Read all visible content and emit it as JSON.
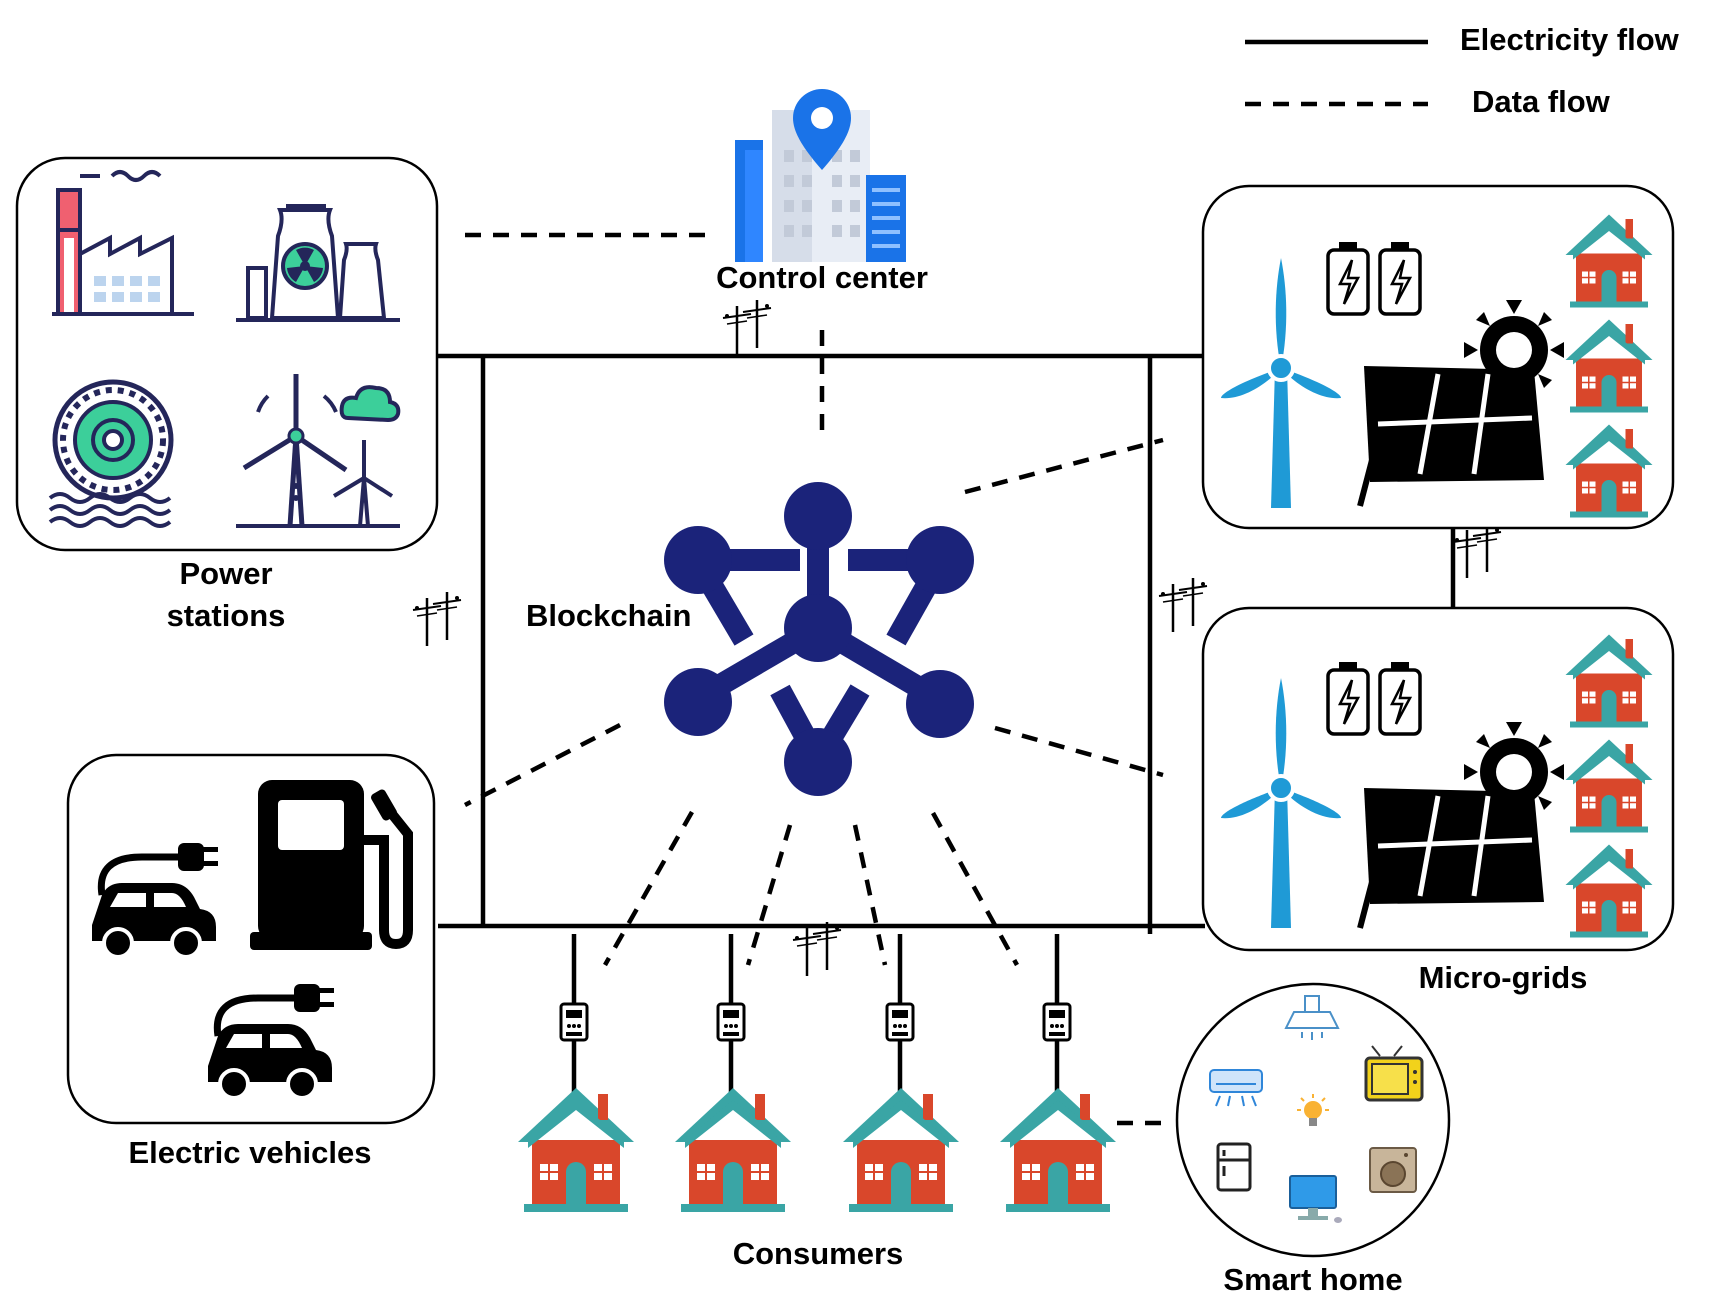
{
  "legend": {
    "electricity_flow": "Electricity flow",
    "data_flow": "Data flow"
  },
  "labels": {
    "control_center": "Control center",
    "power_stations_line1": "Power",
    "power_stations_line2": "stations",
    "blockchain": "Blockchain",
    "electric_vehicles": "Electric vehicles",
    "consumers": "Consumers",
    "micro_grids": "Micro-grids",
    "smart_home": "Smart home"
  },
  "colors": {
    "blockchain_blue": "#1b237a",
    "building_blue": "#1a73e8",
    "house_red": "#d9472b",
    "house_teal": "#3aa5a5",
    "turbine_blue": "#1f9ad6",
    "power_station_green": "#3ccf9a",
    "power_station_navy": "#24265a",
    "power_station_red": "#f06070",
    "tv_yellow": "#f2d21b"
  },
  "icons": {
    "control_center": "office-building-pin-icon",
    "power_stations": [
      "factory-icon",
      "nuclear-plant-icon",
      "hydro-turbine-icon",
      "wind-farm-icon"
    ],
    "electric_vehicles": [
      "ev-car-plug-icon",
      "charging-station-icon",
      "ev-car-plug-icon"
    ],
    "micro_grid": [
      "battery-icon",
      "wind-turbine-icon",
      "solar-panel-icon",
      "house-icon"
    ],
    "consumers": [
      "smart-meter-icon",
      "house-icon"
    ],
    "smart_home": [
      "range-hood-icon",
      "air-conditioner-icon",
      "tv-icon",
      "light-bulb-icon",
      "fridge-icon",
      "washing-machine-icon",
      "desktop-monitor-icon"
    ],
    "utility_pole": "utility-pole-icon"
  }
}
